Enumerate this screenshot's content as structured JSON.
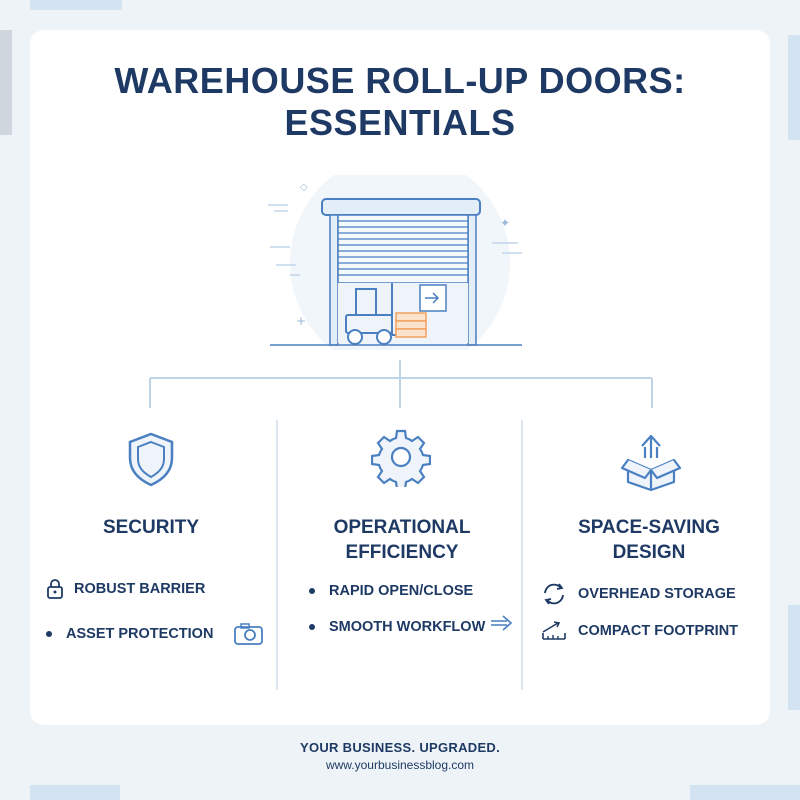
{
  "title": "WAREHOUSE ROLL-UP DOORS:\nESSENTIALS",
  "columns": [
    {
      "icon": "shield-icon",
      "title": "SECURITY",
      "items": [
        {
          "label": "ROBUST BARRIER",
          "icon": "padlock-icon"
        },
        {
          "label": "ASSET PROTECTION",
          "icon": "camera-icon"
        }
      ]
    },
    {
      "icon": "gear-icon",
      "title": "OPERATIONAL\nEFFICIENCY",
      "items": [
        {
          "label": "RAPID OPEN/CLOSE"
        },
        {
          "label": "SMOOTH WORKFLOW",
          "icon": "arrow-right-icon"
        }
      ]
    },
    {
      "icon": "box-upload-icon",
      "title": "SPACE-SAVING\nDESIGN",
      "items": [
        {
          "label": "OVERHEAD STORAGE",
          "icon": "rotate-arrows-icon"
        },
        {
          "label": "COMPACT FOOTPRINT",
          "icon": "measure-icon"
        }
      ]
    }
  ],
  "footer": {
    "tagline": "YOUR BUSINESS. UPGRADED.",
    "url": "www.yourbusinessblog.com"
  },
  "colors": {
    "navy": "#1e3a64",
    "accent_blue": "#4a7fc1",
    "light_blue": "#d3e3f1",
    "background": "#eef3f8"
  }
}
